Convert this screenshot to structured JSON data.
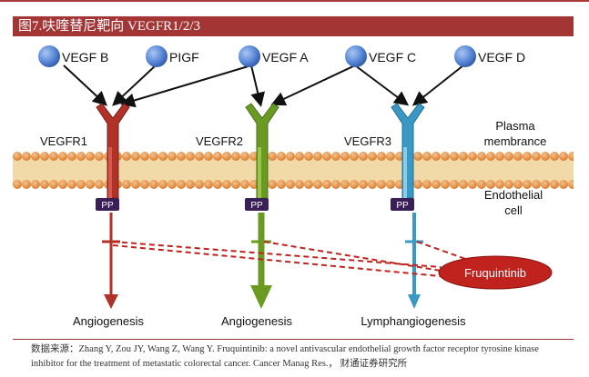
{
  "header": {
    "title": "图7.呋喹替尼靶向 VEGFR1/2/3"
  },
  "diagram": {
    "ligands": [
      "VEGF B",
      "PIGF",
      "VEGF A",
      "VEGF C",
      "VEGF D"
    ],
    "receptors": [
      {
        "name": "VEGFR1",
        "color": "#b03228",
        "outcome": "Angiogenesis"
      },
      {
        "name": "VEGFR2",
        "color": "#6a9a22",
        "outcome": "Angiogenesis"
      },
      {
        "name": "VEGFR3",
        "color": "#3a98c4",
        "outcome": "Lymphangiogenesis"
      }
    ],
    "phospho_label": "PP",
    "membrane_label": "Plasma membrance",
    "cell_label": "Endothelial cell",
    "drug_label": "Fruquintinib",
    "colors": {
      "ligand": "#5a88d8",
      "membrane": "#e08a3a",
      "drug": "#c0221d",
      "title_bg": "#a33535"
    }
  },
  "footer": {
    "source": "数据来源：Zhang Y, Zou JY, Wang Z, Wang Y. Fruquintinib: a novel antivascular endothelial growth factor receptor tyrosine kinase inhibitor for the treatment of metastatic colorectal cancer. Cancer Manag Res.， 财通证券研究所"
  }
}
